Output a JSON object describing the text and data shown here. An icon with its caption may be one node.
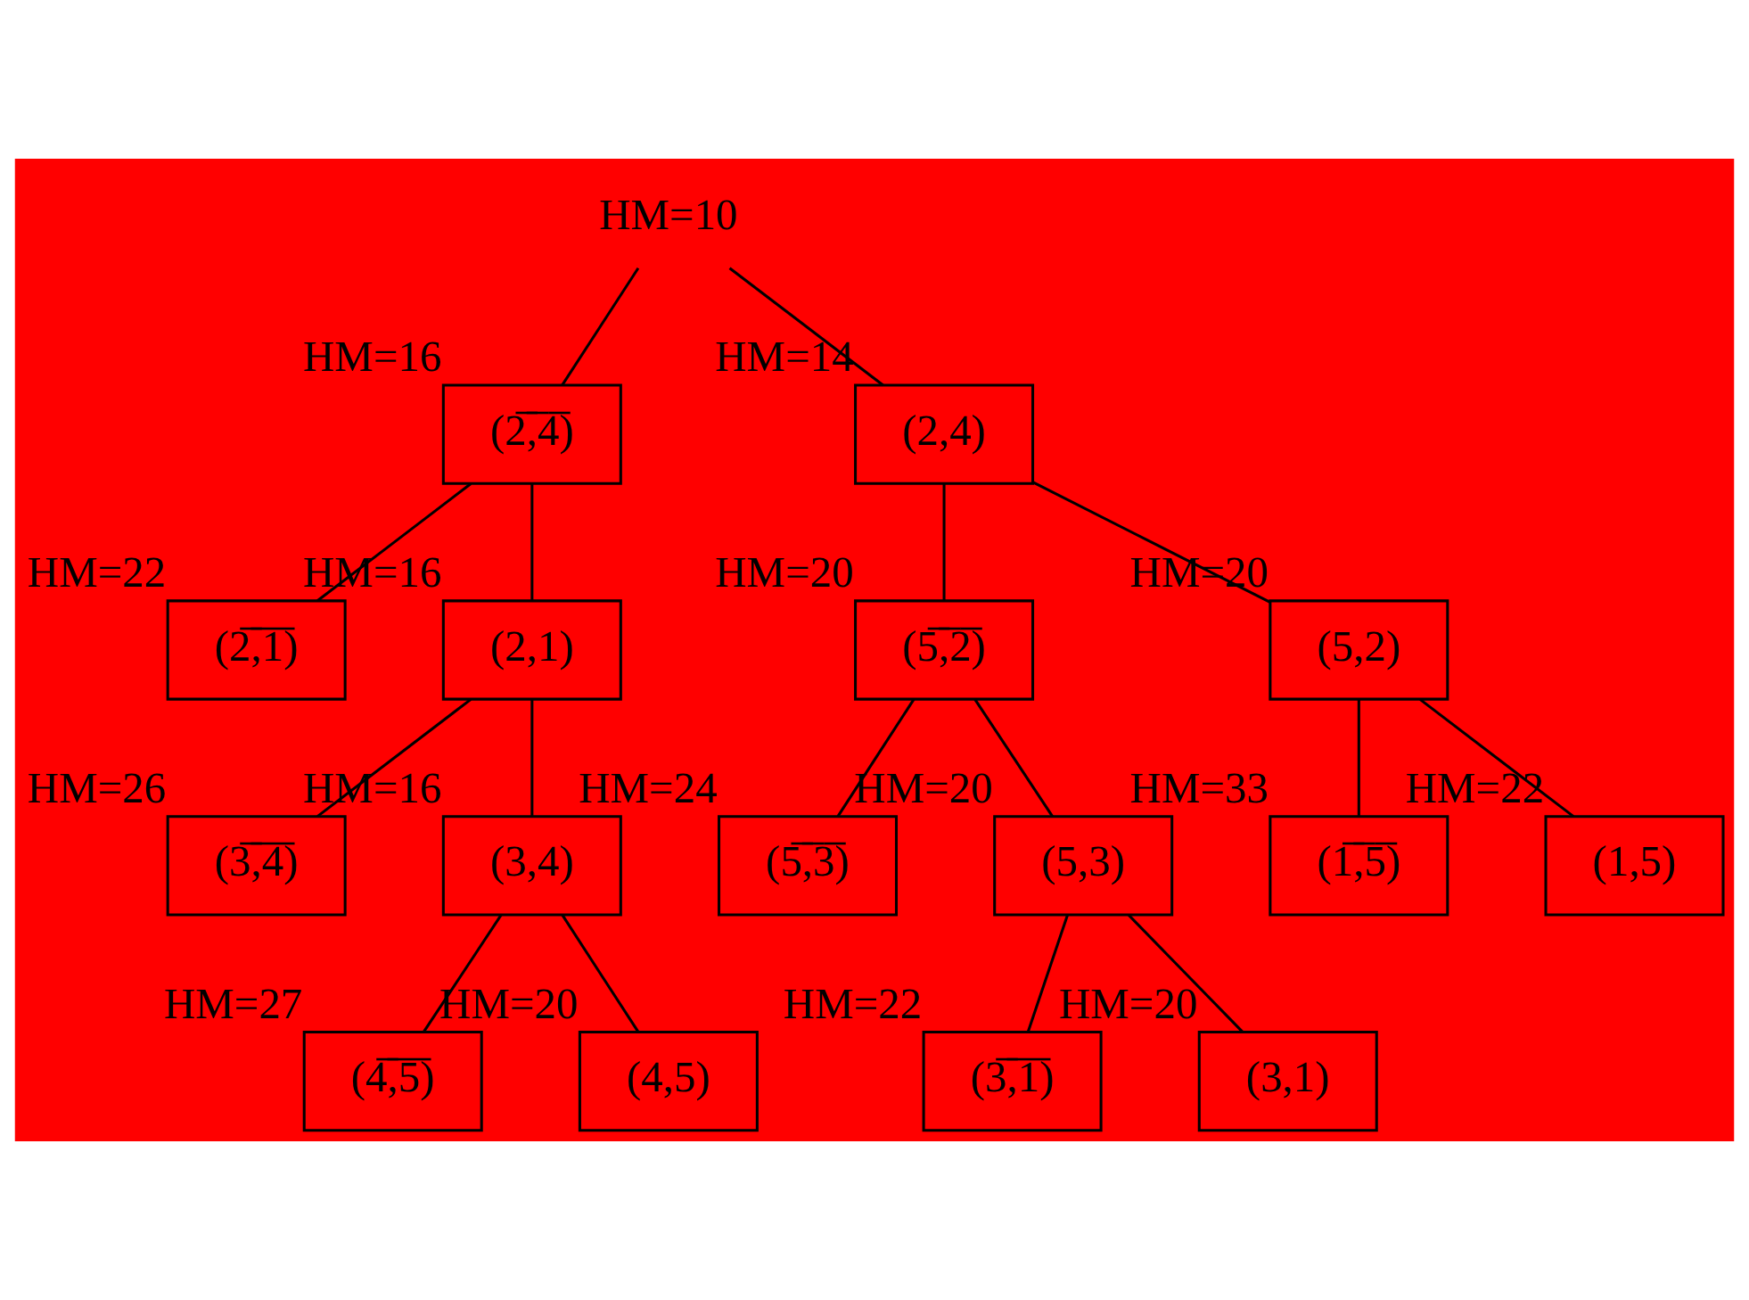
{
  "diagram": {
    "nodes": [
      {
        "text": [
          "HM=10"
        ]
      },
      {
        "text": [
          "(2̅,̅4̅)"
        ],
        "beside": [
          "HM=16"
        ]
      },
      {
        "text": [
          "(2,4)"
        ],
        "beside": [
          "HM=14"
        ]
      },
      {
        "text": [
          "(5̅,̅2̅)"
        ],
        "beside": [
          "HM=20"
        ]
      },
      {
        "text": [
          "(5,2)"
        ],
        "beside": [
          "HM=20"
        ]
      },
      {
        "text": [
          "(2̅,̅1̅)"
        ],
        "beside": [
          "HM=22"
        ]
      },
      {
        "text": [
          "(2,1)"
        ],
        "beside": [
          "HM=16"
        ]
      },
      {
        "text": [
          "(1̅,̅5̅)"
        ],
        "beside": [
          "HM=33"
        ]
      },
      {
        "text": [
          "(1,5)"
        ],
        "beside": [
          "HM=22"
        ]
      },
      {
        "text": [
          "(5̅,̅3̅)"
        ],
        "beside": [
          "HM=24"
        ]
      },
      {
        "text": [
          "(5,3)"
        ],
        "beside": [
          "HM=20"
        ]
      },
      {
        "text": [
          "(3̅,̅4̅)"
        ],
        "beside": [
          "HM=26"
        ]
      },
      {
        "text": [
          "(3,4)"
        ],
        "beside": [
          "HM=16"
        ]
      },
      {
        "text": [
          "(3̅,̅1̅)"
        ],
        "beside": [
          "HM=22"
        ]
      },
      {
        "text": [
          "(3,1)"
        ],
        "beside": [
          "HM=20"
        ]
      },
      {
        "text": [
          "(4̅,̅5̅)"
        ],
        "beside": [
          "HM=27"
        ]
      },
      {
        "text": [
          "(4,5)"
        ],
        "beside": [
          "HM=20"
        ]
      }
    ],
    "edges": [
      {
        "from": 0,
        "to": 1,
        "arrow": "none"
      },
      {
        "from": 0,
        "to": 2,
        "arrow": "none"
      },
      {
        "from": 1,
        "to": 5,
        "arrow": "none"
      },
      {
        "from": 1,
        "to": 6,
        "arrow": "none"
      },
      {
        "from": 2,
        "to": 3,
        "arrow": "none"
      },
      {
        "from": 2,
        "to": 4,
        "arrow": "none"
      },
      {
        "from": 4,
        "to": 7,
        "arrow": "none"
      },
      {
        "from": 4,
        "to": 8,
        "arrow": "none"
      },
      {
        "from": 3,
        "to": 9,
        "arrow": "none"
      },
      {
        "from": 3,
        "to": 10,
        "arrow": "none"
      },
      {
        "from": 6,
        "to": 11,
        "arrow": "none"
      },
      {
        "from": 6,
        "to": 12,
        "arrow": "none"
      },
      {
        "from": 10,
        "to": 13,
        "arrow": "none"
      },
      {
        "from": 10,
        "to": 14,
        "arrow": "none"
      },
      {
        "from": 12,
        "to": 15,
        "arrow": "none"
      },
      {
        "from": 12,
        "to": 16,
        "arrow": "none"
      }
    ]
  }
}
